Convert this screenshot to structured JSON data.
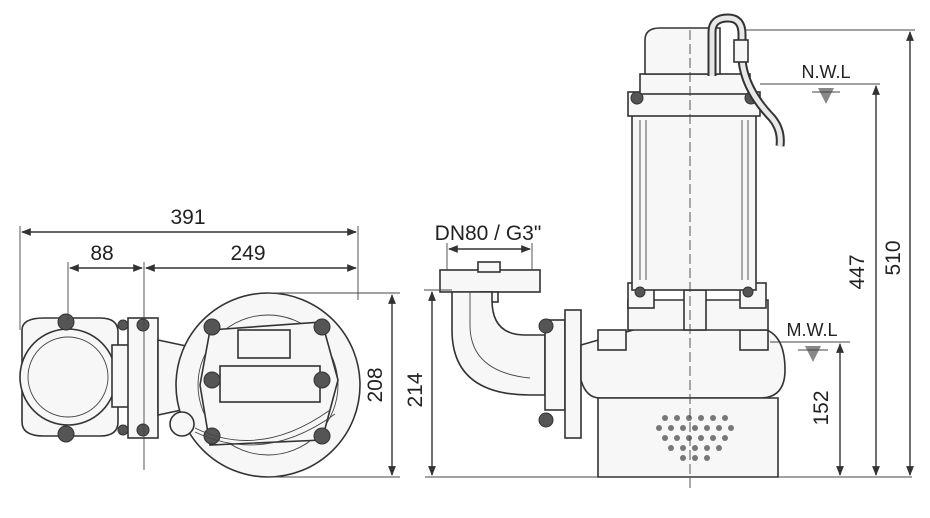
{
  "dimensions": {
    "overall_width": "391",
    "outlet_offset": "88",
    "body_offset": "249",
    "plan_depth": "208",
    "outlet_height": "214",
    "mwl_height": "152",
    "nwl_height": "447",
    "overall_height": "510"
  },
  "labels": {
    "outlet_size": "DN80 / G3\"",
    "nwl": "N.W.L",
    "mwl": "M.W.L"
  }
}
